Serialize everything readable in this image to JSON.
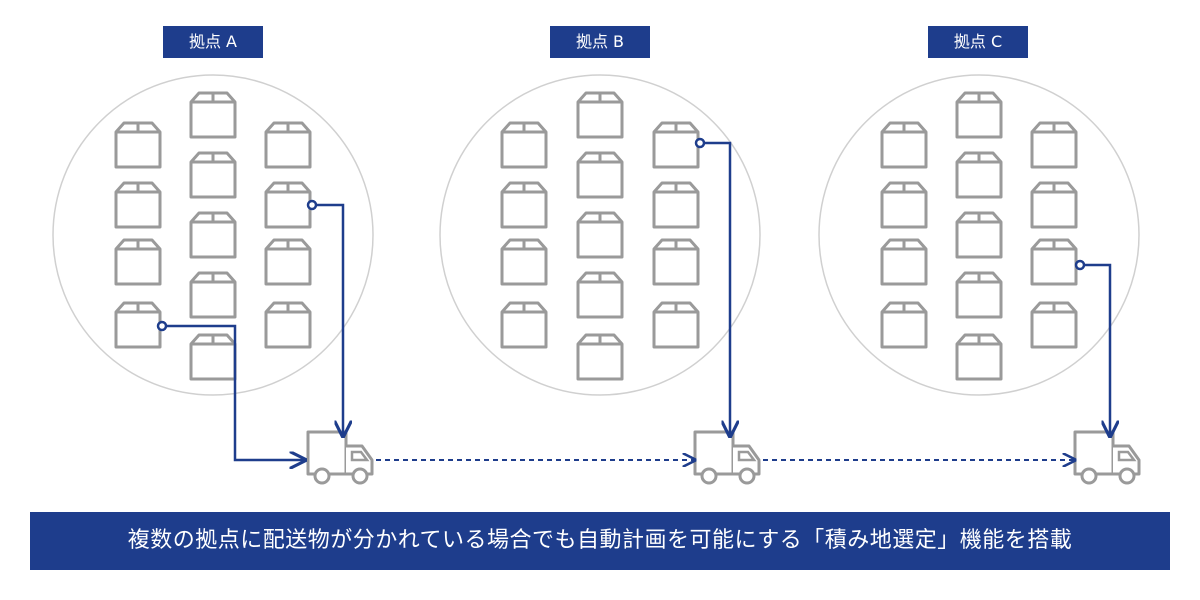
{
  "sites": [
    {
      "label": "拠点 A"
    },
    {
      "label": "拠点 B"
    },
    {
      "label": "拠点 C"
    }
  ],
  "icons": {
    "package": "box-icon",
    "vehicle": "truck-icon"
  },
  "colors": {
    "accent": "#1e3d8c",
    "icon_gray": "#9a9a9a",
    "circle_outline": "#d0d0d0",
    "route": "#1e3d8c"
  },
  "banner": {
    "text": "複数の拠点に配送物が分かれている場合でも自動計画を可能にする「積み地選定」機能を搭載"
  }
}
